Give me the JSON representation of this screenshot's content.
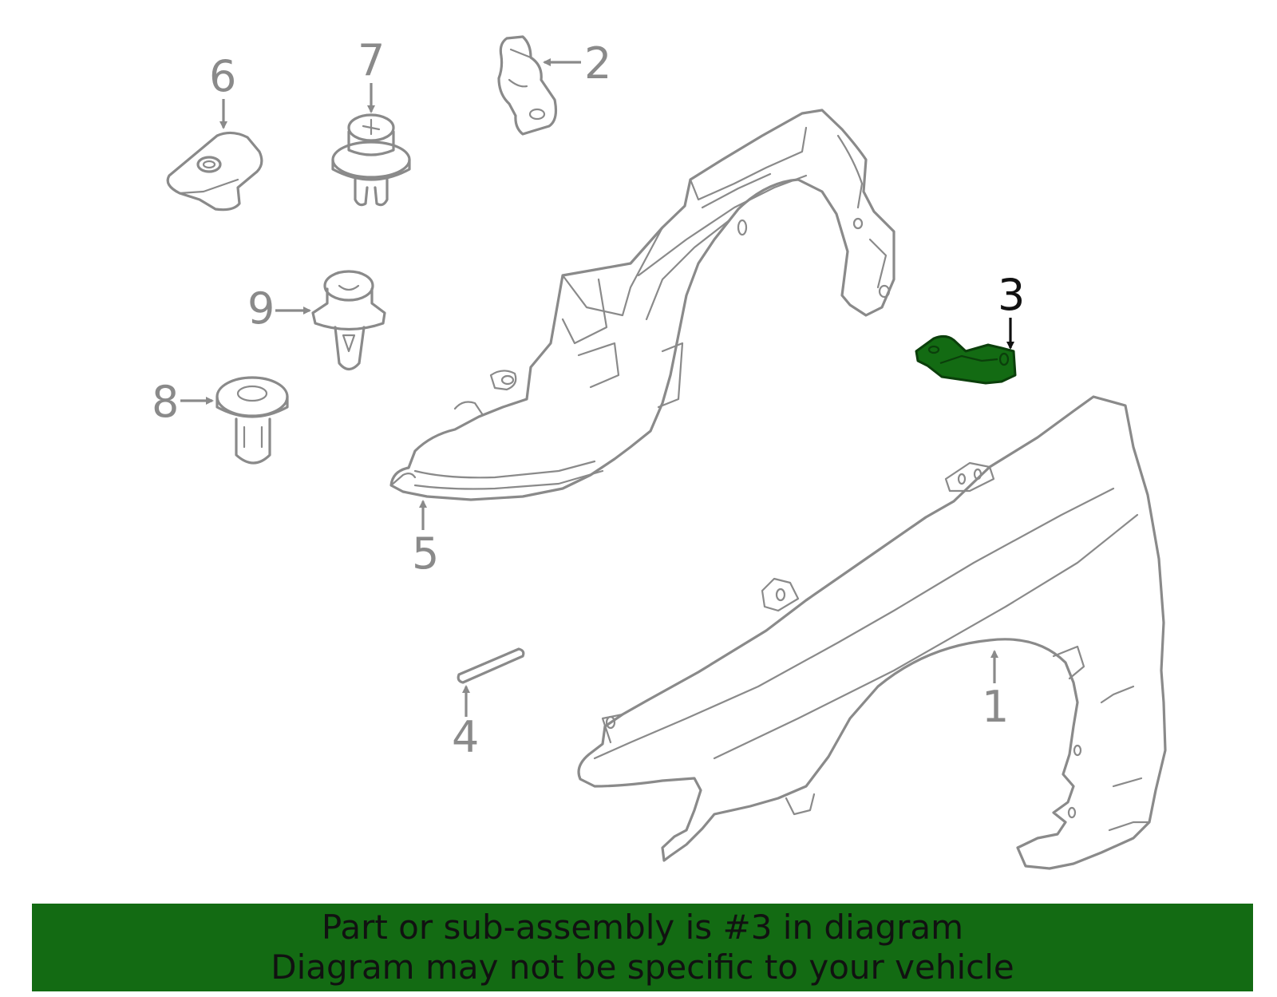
{
  "diagram": {
    "highlight_color": "#136b13",
    "part_color": "#8a8a8a",
    "callouts": [
      {
        "id": "1",
        "label": "1",
        "part": "fender"
      },
      {
        "id": "2",
        "label": "2",
        "part": "bracket"
      },
      {
        "id": "3",
        "label": "3",
        "part": "support-bracket",
        "highlighted": true
      },
      {
        "id": "4",
        "label": "4",
        "part": "seal-strip"
      },
      {
        "id": "5",
        "label": "5",
        "part": "fender-liner"
      },
      {
        "id": "6",
        "label": "6",
        "part": "clip-nut"
      },
      {
        "id": "7",
        "label": "7",
        "part": "push-clip"
      },
      {
        "id": "8",
        "label": "8",
        "part": "retainer-clip"
      },
      {
        "id": "9",
        "label": "9",
        "part": "grommet-clip"
      }
    ]
  },
  "banner": {
    "line1": "Part or sub-assembly is #3 in diagram",
    "line2": "Diagram may not be specific to your vehicle",
    "background": "#136b13"
  }
}
